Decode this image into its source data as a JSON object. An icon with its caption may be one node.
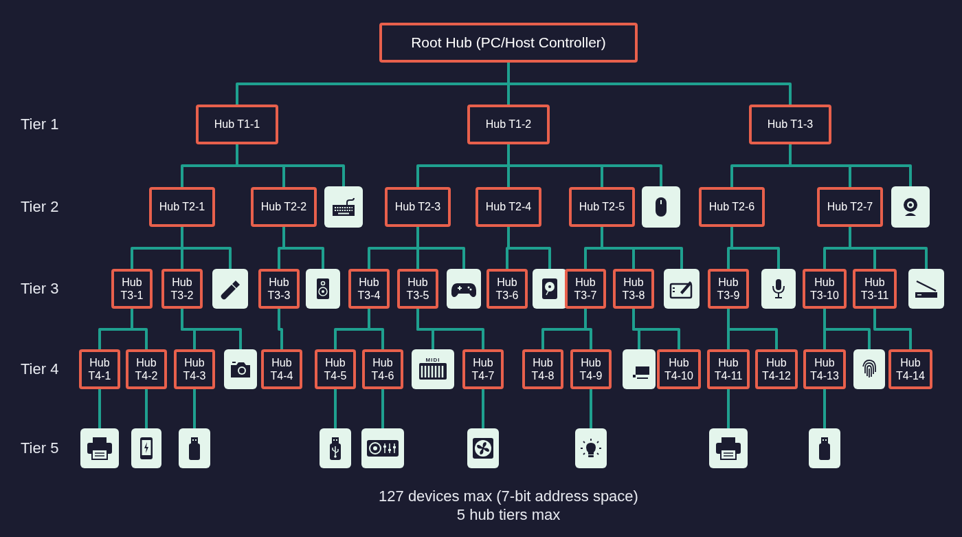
{
  "diagram": {
    "nodes": [
      {
        "text": [
          "Root Hub (PC/Host Controller)"
        ]
      },
      {
        "text": [
          "Hub T1-1"
        ]
      },
      {
        "text": [
          "Hub T1-2"
        ]
      },
      {
        "text": [
          "Hub T1-3"
        ]
      },
      {
        "text": [
          "Hub T2-1"
        ]
      },
      {
        "text": [
          "Hub T2-2"
        ]
      },
      {
        "text": [],
        "shape": "picture"
      },
      {
        "text": [
          "Hub T2-3"
        ]
      },
      {
        "text": [
          "Hub T2-4"
        ]
      },
      {
        "text": [
          "Hub T2-5"
        ]
      },
      {
        "text": [],
        "shape": "picture"
      },
      {
        "text": [
          "Hub T2-6"
        ]
      },
      {
        "text": [
          "Hub T2-7"
        ]
      },
      {
        "text": [],
        "shape": "picture"
      },
      {
        "text": [
          "Hub T3-1"
        ]
      },
      {
        "text": [
          "Hub T3-2"
        ]
      },
      {
        "text": [],
        "shape": "picture"
      },
      {
        "text": [
          "Hub T3-3"
        ]
      },
      {
        "text": [],
        "shape": "picture"
      },
      {
        "text": [
          "Hub T3-4"
        ]
      },
      {
        "text": [
          "Hub T3-5"
        ]
      },
      {
        "text": [],
        "shape": "picture"
      },
      {
        "text": [
          "Hub T3-6"
        ]
      },
      {
        "text": [],
        "shape": "picture"
      },
      {
        "text": [
          "Hub T3-7"
        ]
      },
      {
        "text": [
          "Hub T3-8"
        ]
      },
      {
        "text": [],
        "shape": "picture"
      },
      {
        "text": [
          "Hub T3-9"
        ]
      },
      {
        "text": [],
        "shape": "picture"
      },
      {
        "text": [
          "Hub T3-10"
        ]
      },
      {
        "text": [
          "Hub T3-11"
        ]
      },
      {
        "text": [],
        "shape": "picture"
      },
      {
        "text": [
          "Hub T4-1"
        ]
      },
      {
        "text": [
          "Hub T4-2"
        ]
      },
      {
        "text": [
          "Hub T4-3"
        ]
      },
      {
        "text": [],
        "shape": "picture"
      },
      {
        "text": [
          "Hub T4-4"
        ]
      },
      {
        "text": [
          "Hub T4-5"
        ]
      },
      {
        "text": [
          "Hub T4-6"
        ]
      },
      {
        "text": [
          "MIDI"
        ]
      },
      {
        "text": [
          "Hub T4-7"
        ]
      },
      {
        "text": [
          "Hub T4-8"
        ]
      },
      {
        "text": [
          "Hub T4-9"
        ]
      },
      {
        "text": [],
        "shape": "picture"
      },
      {
        "text": [
          "Hub T4-10"
        ]
      },
      {
        "text": [
          "Hub T4-11"
        ]
      },
      {
        "text": [
          "Hub T4-12"
        ]
      },
      {
        "text": [
          "Hub T4-13"
        ]
      },
      {
        "text": [],
        "shape": "picture"
      },
      {
        "text": [
          "Hub T4-14"
        ]
      },
      {
        "text": [],
        "shape": "picture"
      },
      {
        "text": [],
        "shape": "picture"
      },
      {
        "text": [],
        "shape": "picture"
      },
      {
        "text": [],
        "shape": "picture"
      },
      {
        "text": [],
        "shape": "picture"
      },
      {
        "text": [],
        "shape": "picture"
      },
      {
        "text": [],
        "shape": "picture"
      },
      {
        "text": [],
        "shape": "picture"
      },
      {
        "text": [],
        "shape": "picture"
      }
    ],
    "edges": [
      {
        "from": 0,
        "to": 1,
        "arrow": "none"
      },
      {
        "from": 0,
        "to": 2,
        "arrow": "none"
      },
      {
        "from": 0,
        "to": 3,
        "arrow": "none"
      },
      {
        "from": 1,
        "to": 4,
        "arrow": "none"
      },
      {
        "from": 1,
        "to": 5,
        "arrow": "none"
      },
      {
        "from": 1,
        "to": 6,
        "arrow": "none"
      },
      {
        "from": 2,
        "to": 7,
        "arrow": "none"
      },
      {
        "from": 2,
        "to": 8,
        "arrow": "none"
      },
      {
        "from": 2,
        "to": 9,
        "arrow": "none"
      },
      {
        "from": 2,
        "to": 10,
        "arrow": "none"
      },
      {
        "from": 3,
        "to": 11,
        "arrow": "none"
      },
      {
        "from": 3,
        "to": 12,
        "arrow": "none"
      },
      {
        "from": 3,
        "to": 13,
        "arrow": "none"
      },
      {
        "from": 4,
        "to": 14,
        "arrow": "none"
      },
      {
        "from": 4,
        "to": 15,
        "arrow": "none"
      },
      {
        "from": 4,
        "to": 16,
        "arrow": "none"
      },
      {
        "from": 5,
        "to": 17,
        "arrow": "none"
      },
      {
        "from": 5,
        "to": 18,
        "arrow": "none"
      },
      {
        "from": 7,
        "to": 19,
        "arrow": "none"
      },
      {
        "from": 7,
        "to": 20,
        "arrow": "none"
      },
      {
        "from": 7,
        "to": 21,
        "arrow": "none"
      },
      {
        "from": 8,
        "to": 22,
        "arrow": "none"
      },
      {
        "from": 8,
        "to": 23,
        "arrow": "none"
      },
      {
        "from": 9,
        "to": 24,
        "arrow": "none"
      },
      {
        "from": 9,
        "to": 25,
        "arrow": "none"
      },
      {
        "from": 9,
        "to": 26,
        "arrow": "none"
      },
      {
        "from": 11,
        "to": 27,
        "arrow": "none"
      },
      {
        "from": 11,
        "to": 28,
        "arrow": "none"
      },
      {
        "from": 12,
        "to": 29,
        "arrow": "none"
      },
      {
        "from": 12,
        "to": 30,
        "arrow": "none"
      },
      {
        "from": 12,
        "to": 31,
        "arrow": "none"
      },
      {
        "from": 14,
        "to": 32,
        "arrow": "none"
      },
      {
        "from": 14,
        "to": 33,
        "arrow": "none"
      },
      {
        "from": 15,
        "to": 34,
        "arrow": "none"
      },
      {
        "from": 15,
        "to": 35,
        "arrow": "none"
      },
      {
        "from": 17,
        "to": 36,
        "arrow": "none"
      },
      {
        "from": 19,
        "to": 37,
        "arrow": "none"
      },
      {
        "from": 19,
        "to": 38,
        "arrow": "none"
      },
      {
        "from": 20,
        "to": 39,
        "arrow": "none"
      },
      {
        "from": 20,
        "to": 40,
        "arrow": "none"
      },
      {
        "from": 24,
        "to": 41,
        "arrow": "none"
      },
      {
        "from": 24,
        "to": 42,
        "arrow": "none"
      },
      {
        "from": 25,
        "to": 43,
        "arrow": "none"
      },
      {
        "from": 25,
        "to": 44,
        "arrow": "none"
      },
      {
        "from": 27,
        "to": 45,
        "arrow": "none"
      },
      {
        "from": 27,
        "to": 46,
        "arrow": "none"
      },
      {
        "from": 29,
        "to": 47,
        "arrow": "none"
      },
      {
        "from": 29,
        "to": 48,
        "arrow": "none"
      },
      {
        "from": 30,
        "to": 49,
        "arrow": "none"
      },
      {
        "from": 32,
        "to": 50,
        "arrow": "none"
      },
      {
        "from": 33,
        "to": 51,
        "arrow": "none"
      },
      {
        "from": 34,
        "to": 52,
        "arrow": "none"
      },
      {
        "from": 37,
        "to": 53,
        "arrow": "none"
      },
      {
        "from": 38,
        "to": 54,
        "arrow": "none"
      },
      {
        "from": 40,
        "to": 55,
        "arrow": "none"
      },
      {
        "from": 42,
        "to": 56,
        "arrow": "none"
      },
      {
        "from": 45,
        "to": 57,
        "arrow": "none"
      },
      {
        "from": 47,
        "to": 58,
        "arrow": "none"
      }
    ],
    "labels": [
      "Tier 1",
      "Tier 2",
      "Tier 3",
      "Tier 4",
      "Tier 5",
      "127 devices max (7-bit address space)",
      "5 hub tiers max"
    ]
  }
}
